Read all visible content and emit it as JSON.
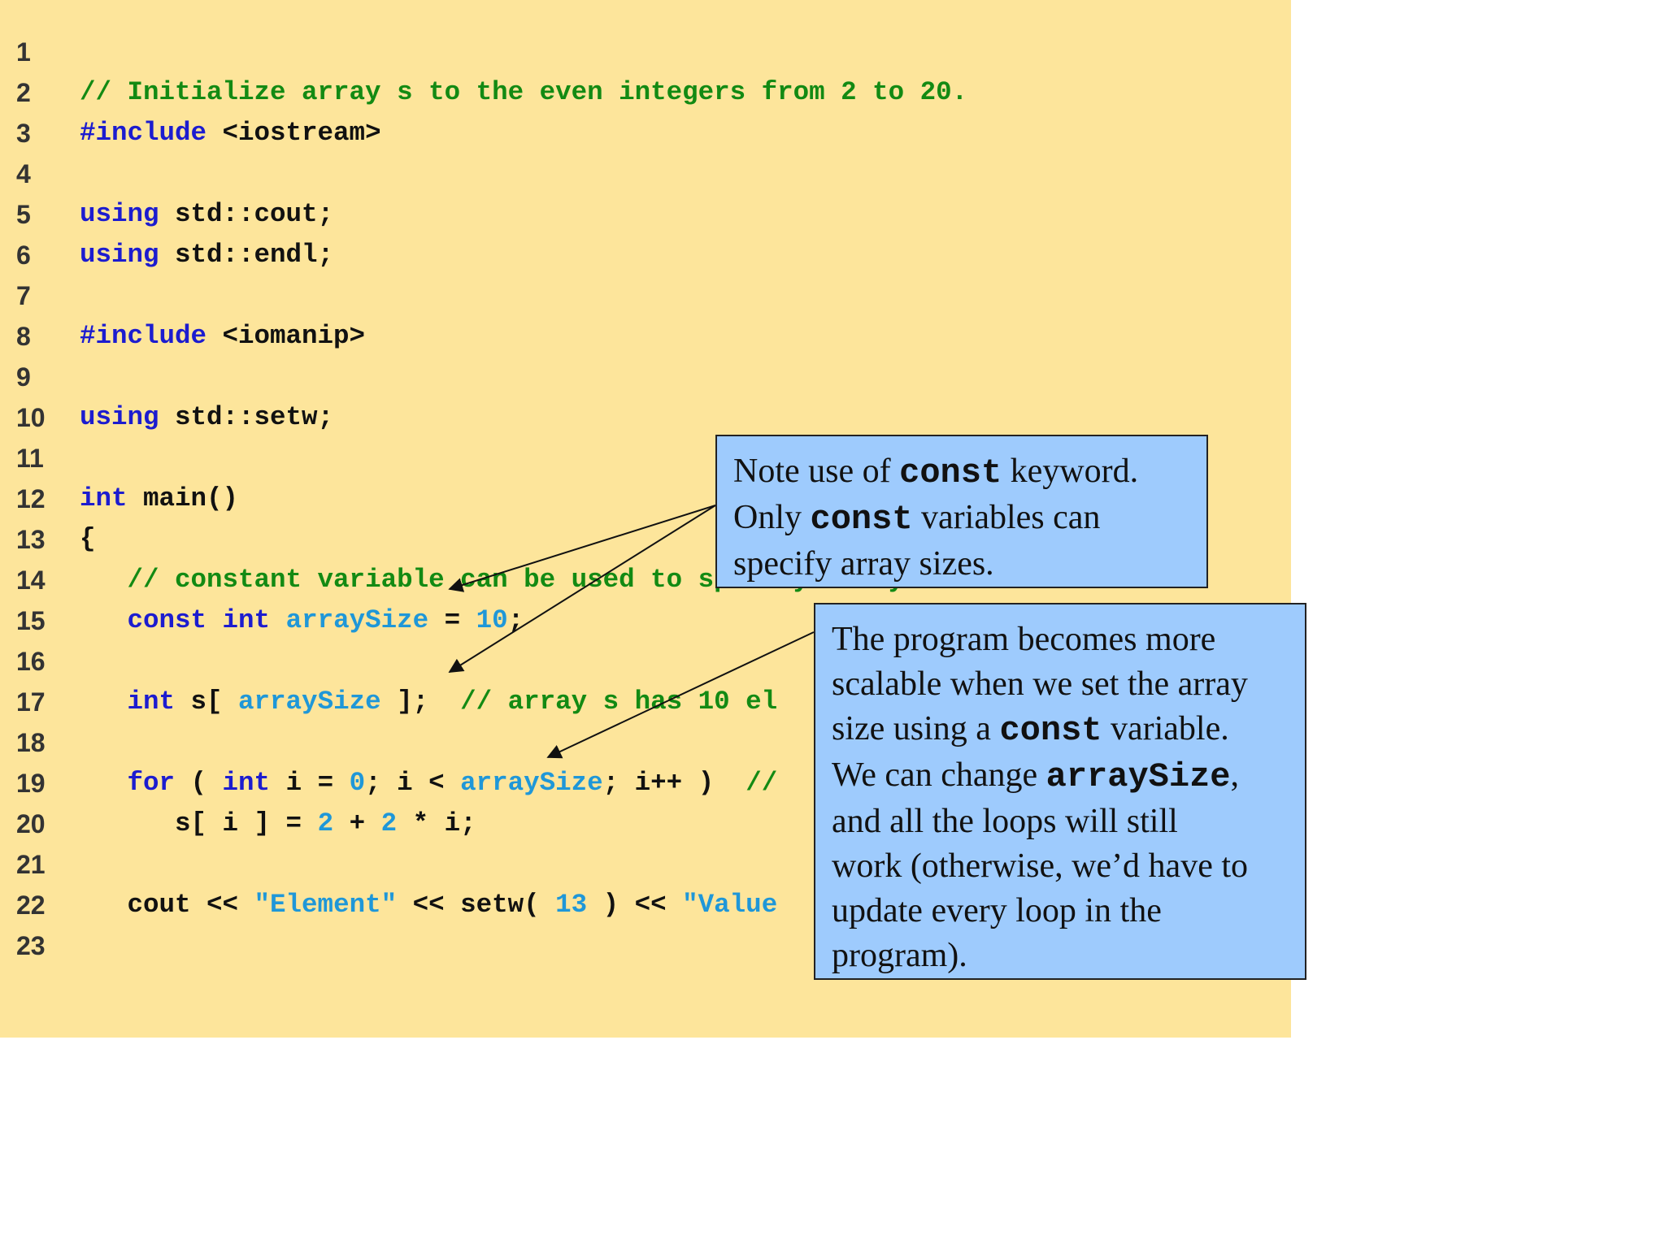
{
  "code_lines": [
    {
      "n": "1",
      "tokens": []
    },
    {
      "n": "2",
      "tokens": [
        {
          "t": "comment",
          "v": "// Initialize array s to the even integers from 2 to 20."
        }
      ]
    },
    {
      "n": "3",
      "tokens": [
        {
          "t": "keyword",
          "v": "#include"
        },
        {
          "t": "plain",
          "v": " <iostream>"
        }
      ]
    },
    {
      "n": "4",
      "tokens": []
    },
    {
      "n": "5",
      "tokens": [
        {
          "t": "keyword",
          "v": "using"
        },
        {
          "t": "plain",
          "v": " std::cout;"
        }
      ]
    },
    {
      "n": "6",
      "tokens": [
        {
          "t": "keyword",
          "v": "using"
        },
        {
          "t": "plain",
          "v": " std::endl;"
        }
      ]
    },
    {
      "n": "7",
      "tokens": []
    },
    {
      "n": "8",
      "tokens": [
        {
          "t": "keyword",
          "v": "#include"
        },
        {
          "t": "plain",
          "v": " <iomanip>"
        }
      ]
    },
    {
      "n": "9",
      "tokens": []
    },
    {
      "n": "10",
      "tokens": [
        {
          "t": "keyword",
          "v": "using"
        },
        {
          "t": "plain",
          "v": " std::setw;"
        }
      ]
    },
    {
      "n": "11",
      "tokens": []
    },
    {
      "n": "12",
      "tokens": [
        {
          "t": "keyword",
          "v": "int"
        },
        {
          "t": "plain",
          "v": " main()"
        }
      ]
    },
    {
      "n": "13",
      "tokens": [
        {
          "t": "plain",
          "v": "{"
        }
      ]
    },
    {
      "n": "14",
      "tokens": [
        {
          "t": "plain",
          "v": "   "
        },
        {
          "t": "comment",
          "v": "// constant variable can be used to specify array size"
        }
      ]
    },
    {
      "n": "15",
      "tokens": [
        {
          "t": "plain",
          "v": "   "
        },
        {
          "t": "keyword",
          "v": "const int"
        },
        {
          "t": "plain",
          "v": " "
        },
        {
          "t": "ident",
          "v": "arraySize"
        },
        {
          "t": "plain",
          "v": " = "
        },
        {
          "t": "number",
          "v": "10"
        },
        {
          "t": "plain",
          "v": ";"
        }
      ]
    },
    {
      "n": "16",
      "tokens": []
    },
    {
      "n": "17",
      "tokens": [
        {
          "t": "plain",
          "v": "   "
        },
        {
          "t": "keyword",
          "v": "int"
        },
        {
          "t": "plain",
          "v": " s[ "
        },
        {
          "t": "ident",
          "v": "arraySize"
        },
        {
          "t": "plain",
          "v": " ];  "
        },
        {
          "t": "comment",
          "v": "// array s has 10 el"
        }
      ]
    },
    {
      "n": "18",
      "tokens": []
    },
    {
      "n": "19",
      "tokens": [
        {
          "t": "plain",
          "v": "   "
        },
        {
          "t": "keyword",
          "v": "for"
        },
        {
          "t": "plain",
          "v": " ( "
        },
        {
          "t": "keyword",
          "v": "int"
        },
        {
          "t": "plain",
          "v": " i = "
        },
        {
          "t": "number",
          "v": "0"
        },
        {
          "t": "plain",
          "v": "; i < "
        },
        {
          "t": "ident",
          "v": "arraySize"
        },
        {
          "t": "plain",
          "v": "; i++ )  "
        },
        {
          "t": "comment",
          "v": "//"
        }
      ]
    },
    {
      "n": "20",
      "tokens": [
        {
          "t": "plain",
          "v": "      s[ i ] = "
        },
        {
          "t": "number",
          "v": "2"
        },
        {
          "t": "plain",
          "v": " + "
        },
        {
          "t": "number",
          "v": "2"
        },
        {
          "t": "plain",
          "v": " * i;"
        }
      ]
    },
    {
      "n": "21",
      "tokens": []
    },
    {
      "n": "22",
      "tokens": [
        {
          "t": "plain",
          "v": "   cout << "
        },
        {
          "t": "string",
          "v": "\"Element\""
        },
        {
          "t": "plain",
          "v": " << setw( "
        },
        {
          "t": "number",
          "v": "13"
        },
        {
          "t": "plain",
          "v": " ) << "
        },
        {
          "t": "string",
          "v": "\"Value"
        }
      ]
    },
    {
      "n": "23",
      "tokens": []
    }
  ],
  "callouts": [
    {
      "id": "callout-1",
      "lines": [
        [
          {
            "text": "Note use of "
          },
          {
            "text": "const",
            "mono": true
          },
          {
            "text": " keyword."
          }
        ],
        [
          {
            "text": "Only "
          },
          {
            "text": "const",
            "mono": true
          },
          {
            "text": " variables can"
          }
        ],
        [
          {
            "text": "specify array sizes."
          }
        ]
      ]
    },
    {
      "id": "callout-2",
      "lines": [
        [
          {
            "text": "The program becomes more"
          }
        ],
        [
          {
            "text": "scalable when we set the array"
          }
        ],
        [
          {
            "text": "size using a "
          },
          {
            "text": "const",
            "mono": true
          },
          {
            "text": " variable."
          }
        ],
        [
          {
            "text": "We can change "
          },
          {
            "text": "arraySize",
            "mono": true
          },
          {
            "text": ","
          }
        ],
        [
          {
            "text": "and all the loops will still"
          }
        ],
        [
          {
            "text": "work (otherwise, we’d have to"
          }
        ],
        [
          {
            "text": "update every loop in the"
          }
        ],
        [
          {
            "text": "program)."
          }
        ]
      ]
    }
  ],
  "colors": {
    "code_background": "#fde59b",
    "callout_background": "#9ecbfd",
    "comment": "#138a13",
    "keyword": "#1c1ccf",
    "identifier": "#1f97d8"
  }
}
